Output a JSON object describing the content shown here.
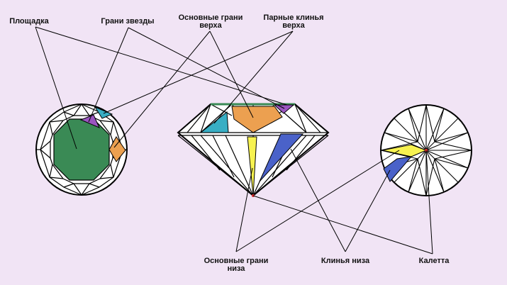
{
  "labels": {
    "table": "Площадка",
    "star_facets": "Грани звезды",
    "crown_main_1": "Основные грани",
    "crown_main_2": "верха",
    "upper_girdle_1": "Парные клинья",
    "upper_girdle_2": "верха",
    "pavilion_main_1": "Основные грани",
    "pavilion_main_2": "низа",
    "lower_girdle": "Клинья низа",
    "culet": "Калетта"
  },
  "colors": {
    "background": "#f1e4f5",
    "table": "#3a8a55",
    "star": "#9a55c0",
    "upper_girdle": "#38aec4",
    "crown_main": "#eca050",
    "pavilion_main": "#f7f250",
    "lower_girdle": "#4a62c9",
    "culet": "#e03030",
    "table_edge": "#3a8a55"
  }
}
